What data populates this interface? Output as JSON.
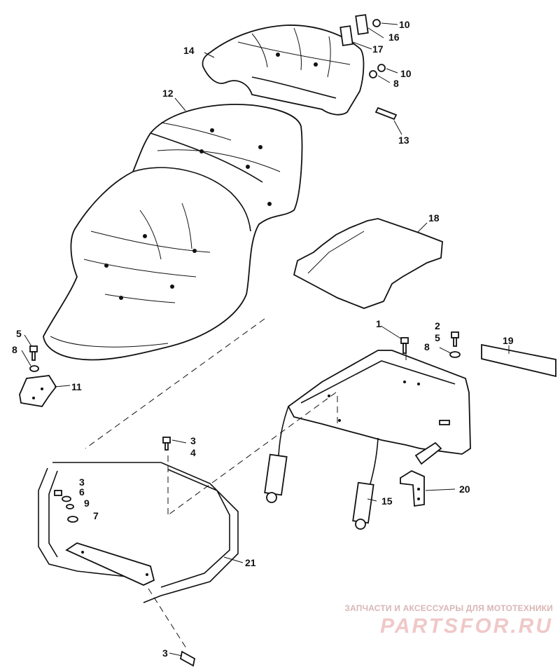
{
  "callouts": [
    {
      "id": "c1",
      "text": "1"
    },
    {
      "id": "c2",
      "text": "2"
    },
    {
      "id": "c3a",
      "text": "3"
    },
    {
      "id": "c3b",
      "text": "3"
    },
    {
      "id": "c3c",
      "text": "3"
    },
    {
      "id": "c4",
      "text": "4"
    },
    {
      "id": "c5a",
      "text": "5"
    },
    {
      "id": "c5b",
      "text": "5"
    },
    {
      "id": "c6",
      "text": "6"
    },
    {
      "id": "c7",
      "text": "7"
    },
    {
      "id": "c8a",
      "text": "8"
    },
    {
      "id": "c8b",
      "text": "8"
    },
    {
      "id": "c8c",
      "text": "8"
    },
    {
      "id": "c9",
      "text": "9"
    },
    {
      "id": "c10a",
      "text": "10"
    },
    {
      "id": "c10b",
      "text": "10"
    },
    {
      "id": "c11",
      "text": "11"
    },
    {
      "id": "c12",
      "text": "12"
    },
    {
      "id": "c13",
      "text": "13"
    },
    {
      "id": "c14",
      "text": "14"
    },
    {
      "id": "c15",
      "text": "15"
    },
    {
      "id": "c16",
      "text": "16"
    },
    {
      "id": "c17",
      "text": "17"
    },
    {
      "id": "c18",
      "text": "18"
    },
    {
      "id": "c19",
      "text": "19"
    },
    {
      "id": "c20",
      "text": "20"
    },
    {
      "id": "c21",
      "text": "21"
    }
  ],
  "watermark": {
    "tagline": "ЗАПЧАСТИ И АКСЕССУАРЫ ДЛЯ МОТОТЕХНИКИ",
    "logo": "PARTSFOR.RU"
  }
}
